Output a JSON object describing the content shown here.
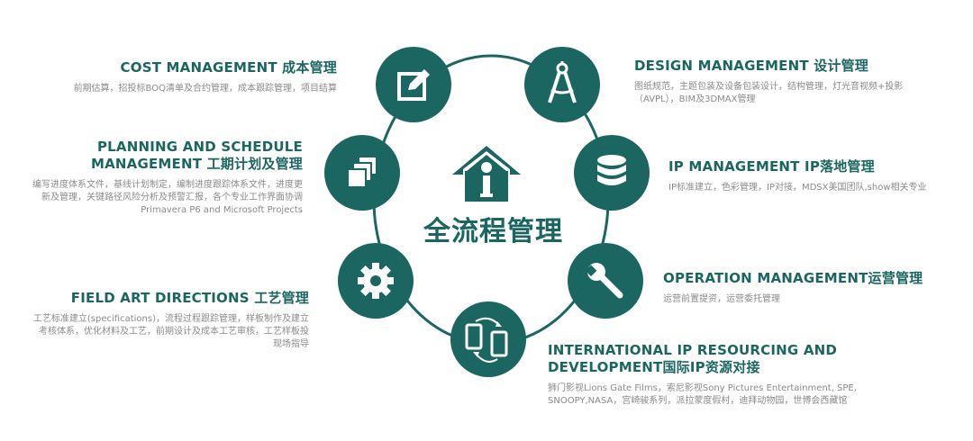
{
  "center": {
    "title": "全流程管理",
    "icon": "house-info-icon"
  },
  "colors": {
    "primary": "#1b6660",
    "ring": "#1b6660",
    "description": "#8a8a8a"
  },
  "items": [
    {
      "icon": "pencil-square-icon",
      "title_lines": [
        "COST MANAGEMENT 成本管理"
      ],
      "desc_lines": [
        "前期估算，招投标BOQ清单及合约管理，成本跟踪管理，项目结算"
      ]
    },
    {
      "icon": "drafting-compass-icon",
      "title_lines": [
        "DESIGN MANAGEMENT 设计管理"
      ],
      "desc_lines": [
        "图纸规范，主题包装及设备包装设计，结构管理，灯光音视频+投影",
        "（AVPL），BIM及3DMAX管理"
      ]
    },
    {
      "icon": "stacked-squares-icon",
      "title_lines": [
        "PLANNING AND SCHEDULE",
        "MANAGEMENT 工期计划及管理"
      ],
      "desc_lines": [
        "编写进度体系文件，基线计划制定，编制进度跟踪体系文件，进度更",
        "新及管理，关键路径风险分析及预警汇报，各个专业工作界面协调",
        "Primavera P6 and Microsoft Projects"
      ]
    },
    {
      "icon": "database-icon",
      "title_lines": [
        "IP  MANAGEMENT IP落地管理"
      ],
      "desc_lines": [
        "IP标准建立，色彩管理，IP对接，MDSX美国团队,show相关专业"
      ]
    },
    {
      "icon": "gear-icon",
      "title_lines": [
        "FIELD ART DIRECTIONS 工艺管理"
      ],
      "desc_lines": [
        "工艺标准建立(specifications)，流程过程跟踪管理，样板制作及建立",
        "考核体系，优化材料及工艺，前期设计及成本工艺审核，工艺样板投",
        "现场指导"
      ]
    },
    {
      "icon": "wrench-icon",
      "title_lines": [
        "OPERATION MANAGEMENT运营管理"
      ],
      "desc_lines": [
        "运营前置提资，运营委托管理"
      ]
    },
    {
      "icon": "phone-exchange-icon",
      "title_lines": [
        "INTERNATIONAL IP RESOURCING AND",
        "DEVELOPMENT国际IP资源对接"
      ],
      "desc_lines": [
        "狮门影视Lions Gate Films，索尼影视Sony Pictures Entertainment, SPE,",
        "SNOOPY,NASA，宫崎骏系列，派拉蒙度假村，迪拜动物园，世博会西藏馆"
      ]
    }
  ]
}
